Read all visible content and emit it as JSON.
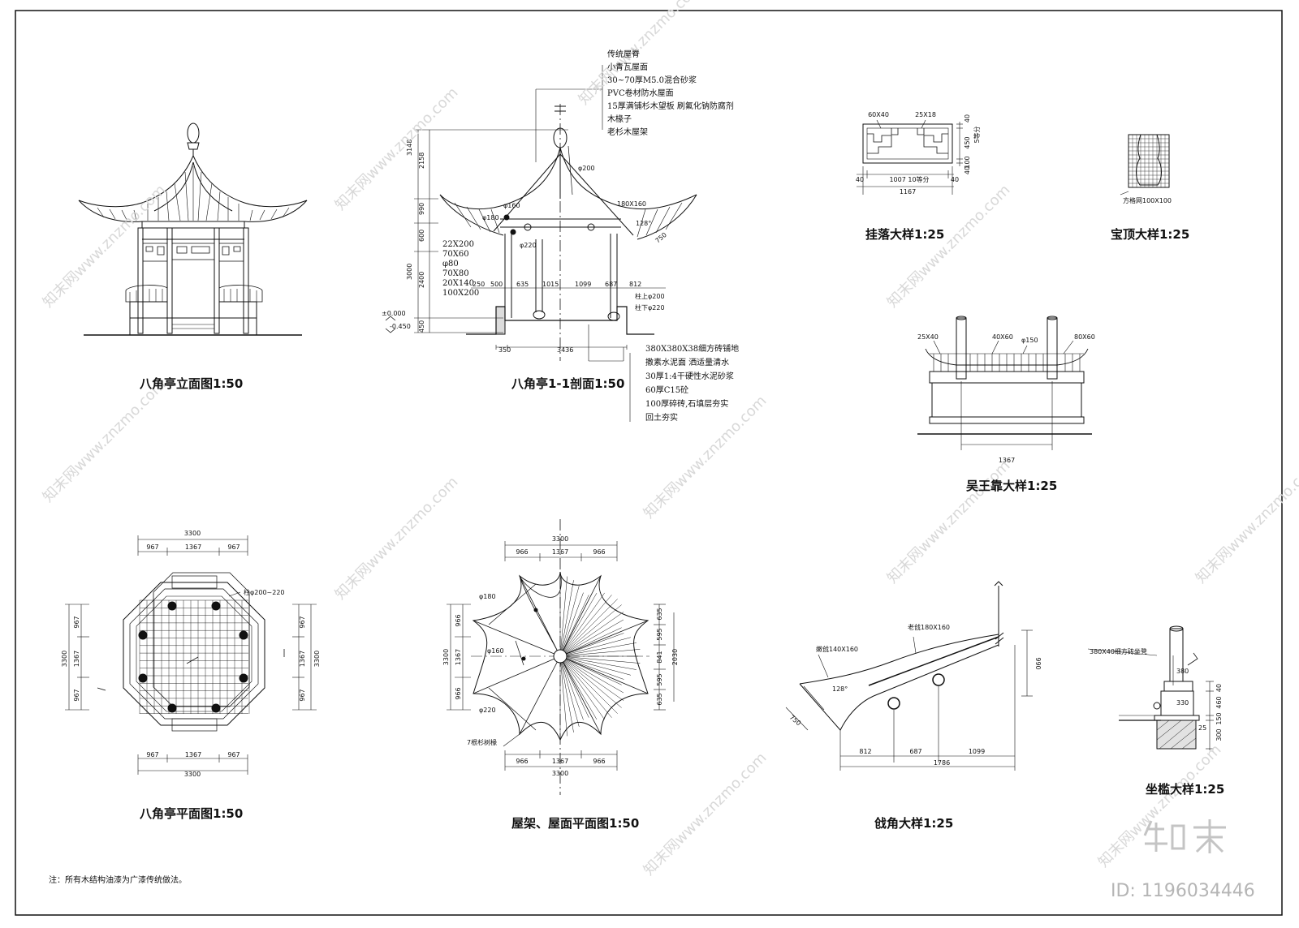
{
  "titles": {
    "elevation": "八角亭立面图1:50",
    "section": "八角亭1-1剖面1:50",
    "plan": "八角亭平面图1:50",
    "roof_plan": "屋架、屋面平面图1:50",
    "gualuo": "挂落大样1:25",
    "baoding": "宝顶大样1:25",
    "wuwangkao": "吴王靠大样1:25",
    "qiangjiao": "戗角大样1:25",
    "zuolan": "坐槛大样1:25"
  },
  "footnote": "注：所有木结构油漆为广漆传统做法。",
  "brand": {
    "logo": "知末",
    "id_label": "ID: 1196034446",
    "watermark": "知末网www.znzmo.com"
  },
  "section": {
    "roof_layers": [
      "传统屋脊",
      "小青瓦屋面",
      "30~70厚M5.0混合砂浆",
      "PVC卷材防水屋面",
      "15厚满铺杉木望板  刷氟化钠防腐剂",
      "木椽子",
      "老杉木屋架"
    ],
    "floor_layers": [
      "380X380X38细方砖铺地",
      "撒素水泥面  洒适量清水",
      "30厚1:4干硬性水泥砂浆",
      "60厚C15砼",
      "100厚碎砖,石填层夯实",
      "回土夯实"
    ],
    "left_members": [
      "22X200",
      "70X60",
      "φ80",
      "70X80",
      "20X140",
      "100X200"
    ],
    "vertical_dims": [
      "3148",
      "2158",
      "990",
      "600",
      "3000",
      "2400",
      "450"
    ],
    "levels": [
      "±0.000",
      "-0.450"
    ],
    "bottom_dims": [
      "250",
      "500",
      "635",
      "1015",
      "1099",
      "687",
      "812"
    ],
    "base_dims": [
      "350",
      "3436"
    ],
    "annotations": [
      "φ200",
      "φ160",
      "φ180",
      "φ220",
      "180X160",
      "750",
      "128°"
    ],
    "column_notes": [
      "柱上φ200",
      "柱下φ220"
    ]
  },
  "plan": {
    "dims": [
      "3300",
      "967",
      "1367",
      "967"
    ],
    "column_label": "柱φ200~220"
  },
  "roof_plan": {
    "dims": [
      "3300",
      "966",
      "1367",
      "966"
    ],
    "right_dims": [
      "635",
      "595",
      "841",
      "595",
      "635",
      "2030"
    ],
    "labels": [
      "φ180",
      "φ160",
      "φ220",
      "7根杉树椽"
    ]
  },
  "gualuo": {
    "labels": [
      "60X40",
      "25X18",
      "1007  10等分",
      "1167",
      "40",
      "450",
      "5等分",
      "100",
      "40"
    ]
  },
  "baoding": {
    "label": "方格网100X100"
  },
  "wuwangkao": {
    "labels": [
      "25X40",
      "40X60",
      "φ150",
      "80X60",
      "1367"
    ]
  },
  "qiangjiao": {
    "labels": [
      "嫩戗140X160",
      "老戗180X160",
      "990",
      "750",
      "128°",
      "812",
      "687",
      "1099",
      "1786"
    ]
  },
  "zuolan": {
    "labels": [
      "380X40细方砖坐凳",
      "380",
      "330",
      "40",
      "460",
      "150",
      "300",
      "25"
    ]
  }
}
